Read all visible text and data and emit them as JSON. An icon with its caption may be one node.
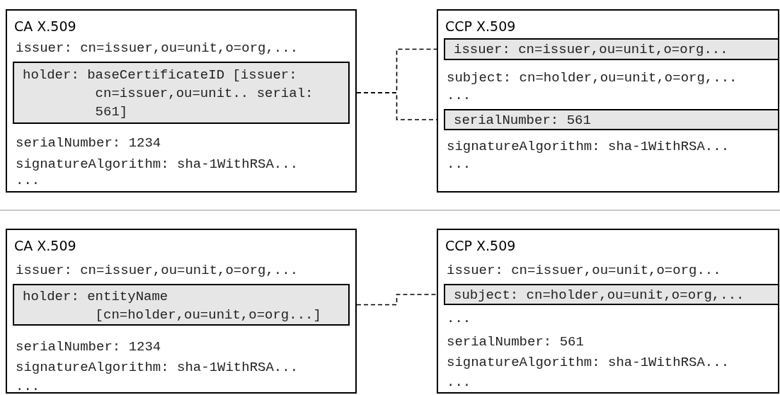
{
  "diagram": {
    "nodes": [
      {
        "text": [
          "CA X.509",
          "issuer: cn=issuer,ou=unit,o=org,...",
          "serialNumber: 1234",
          "signatureAlgorithm: sha-1WithRSA...",
          "..."
        ]
      },
      {
        "text": [
          "holder: baseCertificateID [issuer: cn=issuer,ou=unit.. serial: 561]"
        ],
        "in": 0
      },
      {
        "text": [
          "CCP X.509",
          "subject: cn=holder,ou=unit,o=org,...",
          "...",
          "signatureAlgorithm: sha-1WithRSA...",
          "..."
        ]
      },
      {
        "text": [
          "issuer: cn=issuer,ou=unit,o=org..."
        ],
        "in": 2
      },
      {
        "text": [
          "serialNumber: 561"
        ],
        "in": 2
      },
      {
        "text": [
          "CA X.509",
          "issuer: cn=issuer,ou=unit,o=org,...",
          "serialNumber: 1234",
          "signatureAlgorithm: sha-1WithRSA...",
          "..."
        ]
      },
      {
        "text": [
          "holder: entityName [cn=holder,ou=unit,o=org...]"
        ],
        "in": 5
      },
      {
        "text": [
          "CCP X.509",
          "issuer: cn=issuer,ou=unit,o=org...",
          "...",
          "serialNumber: 561",
          "signatureAlgorithm: sha-1WithRSA...",
          "..."
        ]
      },
      {
        "text": [
          "subject: cn=holder,ou=unit,o=org,..."
        ],
        "in": 7
      }
    ],
    "edges": [
      {
        "from": 1,
        "to": 3,
        "arrow": "none",
        "style": "dashed"
      },
      {
        "from": 1,
        "to": 4,
        "arrow": "none",
        "style": "dashed"
      },
      {
        "from": 6,
        "to": 8,
        "arrow": "none",
        "style": "dashed"
      }
    ]
  }
}
